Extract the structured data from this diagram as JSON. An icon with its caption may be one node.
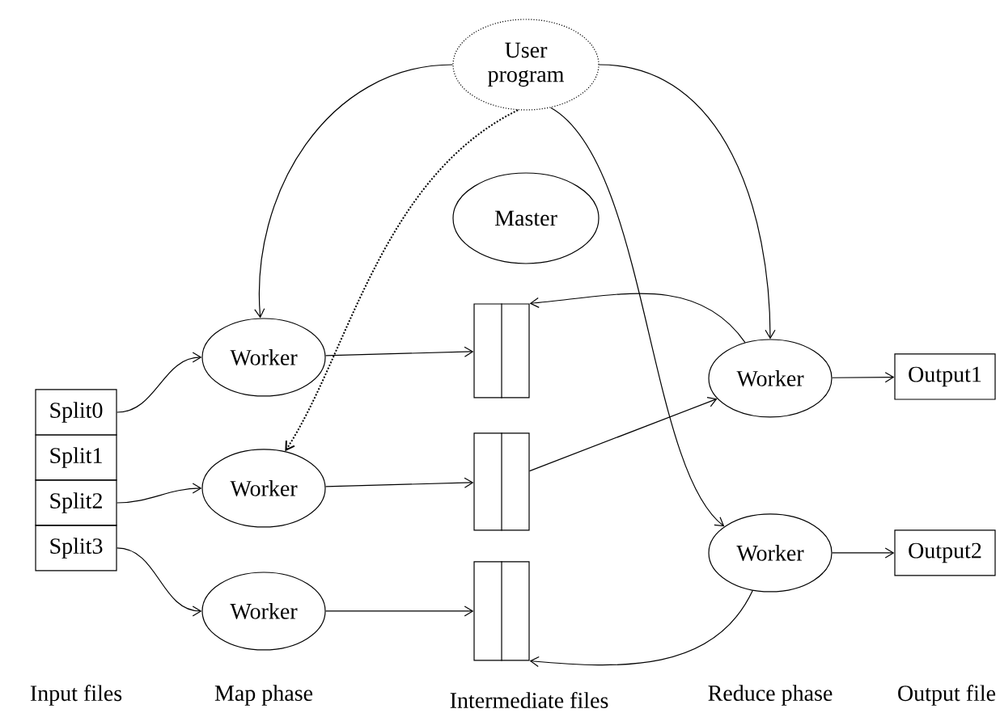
{
  "diagram": {
    "nodes": [
      {
        "text": [
          "User program"
        ]
      },
      {
        "text": [
          "Master"
        ]
      },
      {
        "text": [
          "Split0"
        ]
      },
      {
        "text": [
          "Split1"
        ]
      },
      {
        "text": [
          "Split2"
        ]
      },
      {
        "text": [
          "Split3"
        ]
      },
      {
        "text": [
          "Worker"
        ]
      },
      {
        "text": [
          "Worker"
        ]
      },
      {
        "text": [
          "Worker"
        ]
      },
      {
        "text": [],
        "shape": "box"
      },
      {
        "text": [],
        "shape": "box"
      },
      {
        "text": [],
        "shape": "box"
      },
      {
        "text": [
          "Worker"
        ]
      },
      {
        "text": [
          "Worker"
        ]
      },
      {
        "text": [
          "Output1"
        ]
      },
      {
        "text": [
          "Output2"
        ]
      }
    ],
    "edges": [
      {
        "from": 0,
        "to": 6,
        "arrow": "to"
      },
      {
        "from": 0,
        "to": 7,
        "arrow": "to",
        "style": "dashed"
      },
      {
        "from": 0,
        "to": 12,
        "arrow": "to"
      },
      {
        "from": 0,
        "to": 13,
        "arrow": "to"
      },
      {
        "from": 2,
        "to": 6,
        "arrow": "to"
      },
      {
        "from": 4,
        "to": 7,
        "arrow": "to"
      },
      {
        "from": 5,
        "to": 8,
        "arrow": "to"
      },
      {
        "from": 6,
        "to": 9,
        "arrow": "to"
      },
      {
        "from": 7,
        "to": 10,
        "arrow": "to"
      },
      {
        "from": 8,
        "to": 11,
        "arrow": "to"
      },
      {
        "from": 10,
        "to": 12,
        "arrow": "to"
      },
      {
        "from": 12,
        "to": 9,
        "arrow": "to"
      },
      {
        "from": 13,
        "to": 11,
        "arrow": "to"
      },
      {
        "from": 12,
        "to": 14,
        "arrow": "to"
      },
      {
        "from": 13,
        "to": 15,
        "arrow": "to"
      }
    ],
    "labels": [
      "Input files",
      "Map phase",
      "Intermediate files",
      "Reduce phase",
      "Output file"
    ]
  }
}
